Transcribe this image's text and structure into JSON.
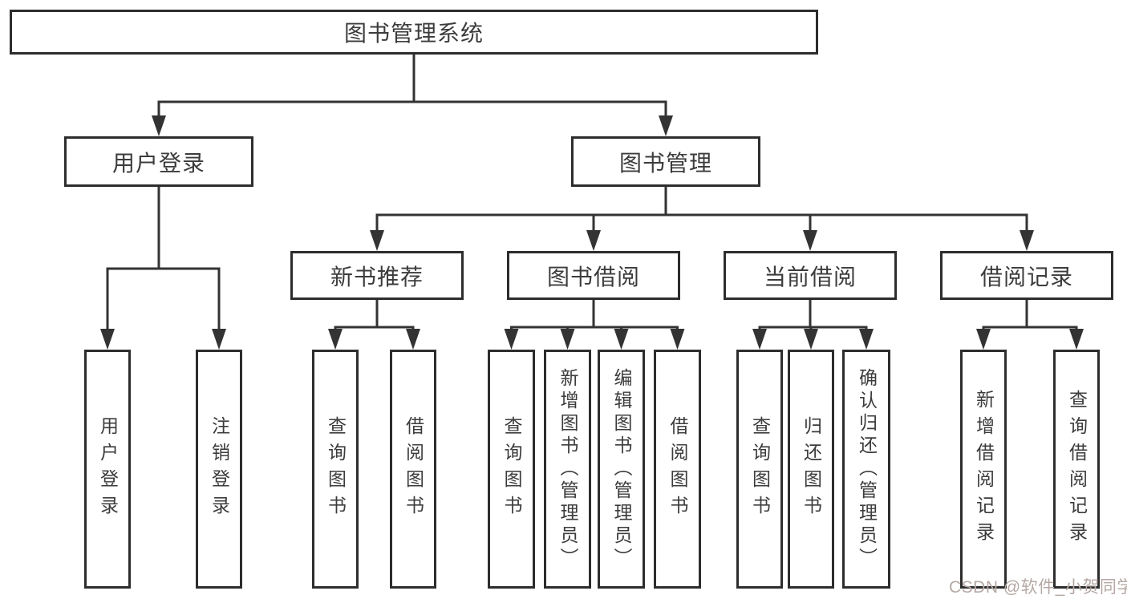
{
  "diagram": {
    "root": {
      "label": "图书管理系统"
    },
    "branches": [
      {
        "label": "用户登录",
        "children": [
          "用户登录",
          "注销登录"
        ]
      },
      {
        "label": "图书管理"
      }
    ],
    "modules": [
      {
        "label": "新书推荐",
        "children": [
          "查询图书",
          "借阅图书"
        ]
      },
      {
        "label": "图书借阅",
        "children": [
          "查询图书",
          "新增图书（管理员）",
          "编辑图书（管理员）",
          "借阅图书"
        ]
      },
      {
        "label": "当前借阅",
        "children": [
          "查询图书",
          "归还图书",
          "确认归还（管理员）"
        ]
      },
      {
        "label": "借阅记录",
        "children": [
          "新增借阅记录",
          "查询借阅记录"
        ]
      }
    ]
  },
  "watermark": {
    "text": "CSDN @软件_小贺同学"
  },
  "colors": {
    "background": "#ffffff",
    "box_border": "#2d2d2d",
    "connector_line": "#333333",
    "text": "#3c3c3c",
    "watermark": "#b5a8a4"
  }
}
